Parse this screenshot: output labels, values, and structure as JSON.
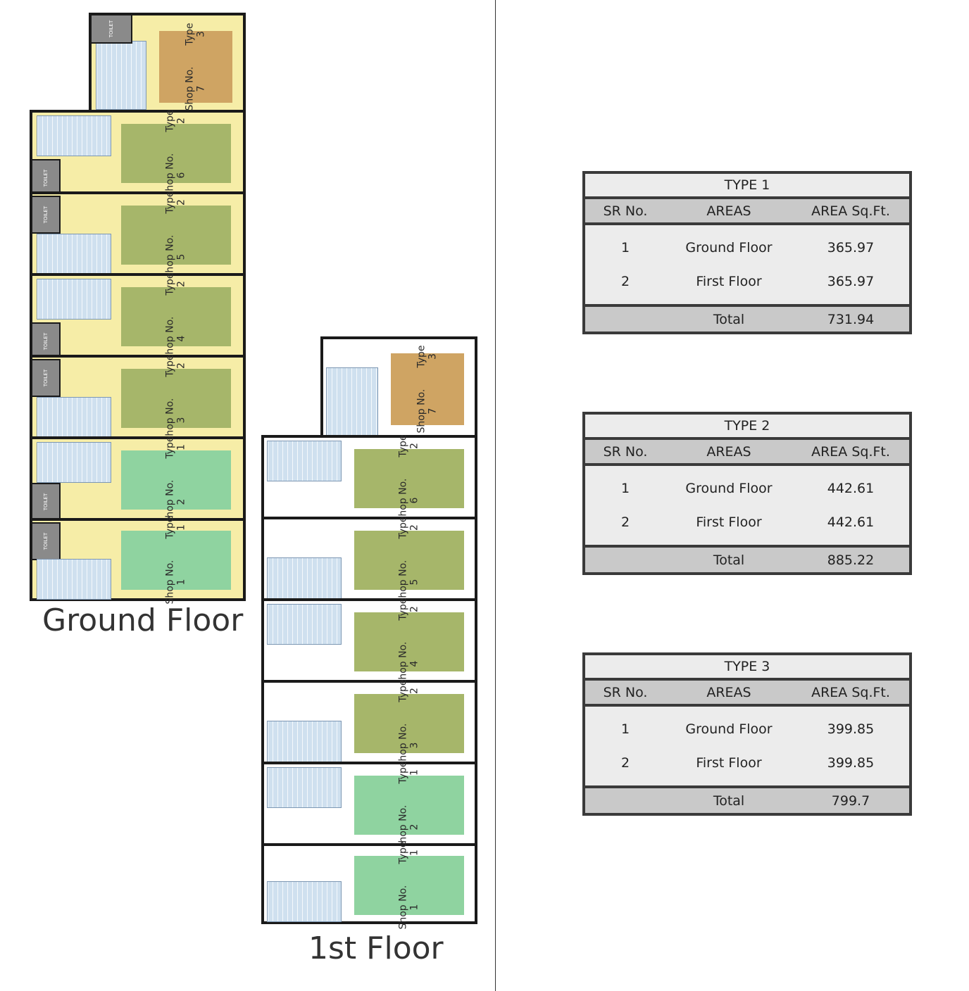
{
  "floors": {
    "ground": {
      "title": "Ground Floor",
      "toilet_label": "TOILET"
    },
    "first": {
      "title": "1st Floor"
    }
  },
  "shops": [
    {
      "no": "7",
      "type": "3"
    },
    {
      "no": "6",
      "type": "2"
    },
    {
      "no": "5",
      "type": "2"
    },
    {
      "no": "4",
      "type": "2"
    },
    {
      "no": "3",
      "type": "2"
    },
    {
      "no": "2",
      "type": "1"
    },
    {
      "no": "1",
      "type": "1"
    }
  ],
  "shop_word": "Shop No.",
  "type_word": "Type",
  "tables": [
    {
      "title": "TYPE 1",
      "headers": [
        "SR No.",
        "AREAS",
        "AREA Sq.Ft."
      ],
      "rows": [
        [
          "1",
          "Ground Floor",
          "365.97"
        ],
        [
          "2",
          "First Floor",
          "365.97"
        ]
      ],
      "total_label": "Total",
      "total": "731.94"
    },
    {
      "title": "TYPE 2",
      "headers": [
        "SR No.",
        "AREAS",
        "AREA Sq.Ft."
      ],
      "rows": [
        [
          "1",
          "Ground Floor",
          "442.61"
        ],
        [
          "2",
          "First Floor",
          "442.61"
        ]
      ],
      "total_label": "Total",
      "total": "885.22"
    },
    {
      "title": "TYPE 3",
      "headers": [
        "SR No.",
        "AREAS",
        "AREA Sq.Ft."
      ],
      "rows": [
        [
          "1",
          "Ground Floor",
          "399.85"
        ],
        [
          "2",
          "First Floor",
          "399.85"
        ]
      ],
      "total_label": "Total",
      "total": "799.7"
    }
  ],
  "colors": {
    "type1": "#8fd3a0",
    "type2": "#a6b66a",
    "type3": "#cfa463",
    "corridor": "#f6eda7",
    "stair": "#cfe0ef"
  }
}
